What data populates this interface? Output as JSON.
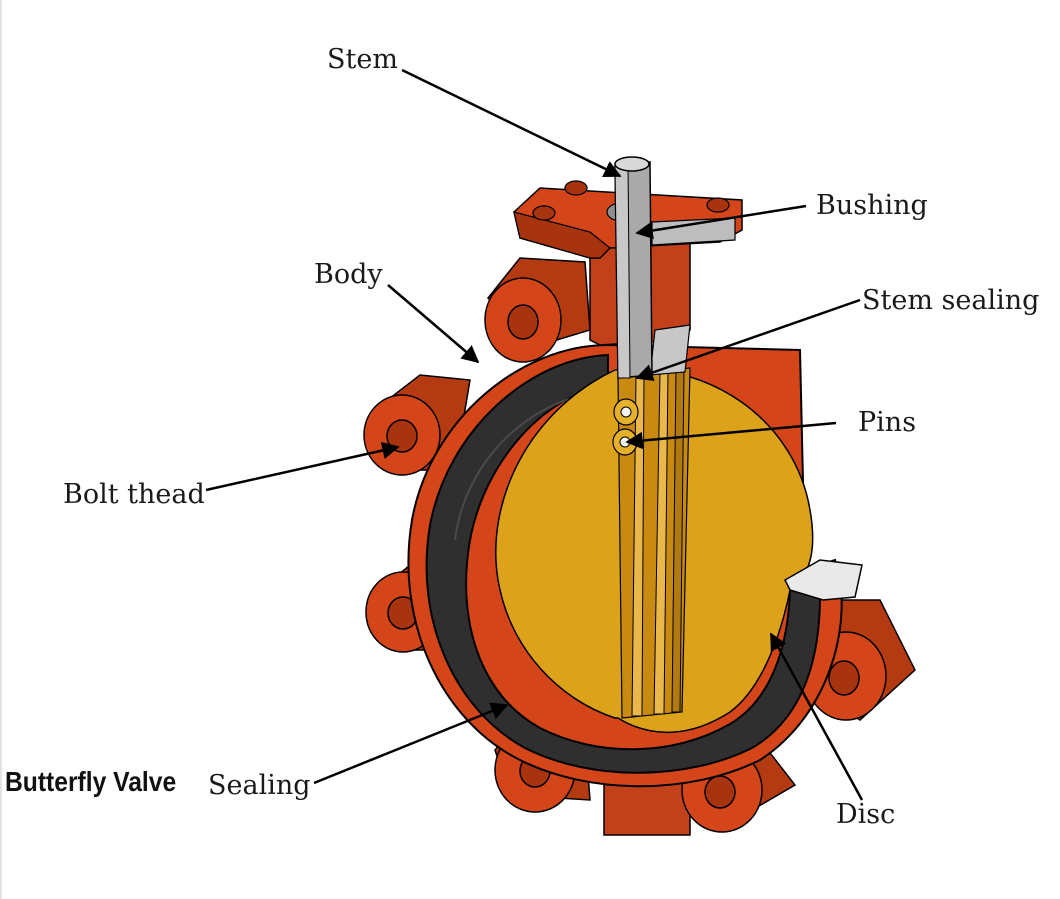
{
  "caption": "Butterfly Valve",
  "labels": {
    "stem": "Stem",
    "bushing": "Bushing",
    "body": "Body",
    "stem_sealing": "Stem sealing",
    "pins": "Pins",
    "bolt_thread": "Bolt thead",
    "sealing": "Sealing",
    "disc": "Disc"
  },
  "colors": {
    "body": "#d4461a",
    "body_dark": "#a8330f",
    "body_light": "#e8663a",
    "seat": "#2f2f2f",
    "disc": "#dba21a",
    "stem": "#a9a9a9",
    "leader": "#000000"
  }
}
